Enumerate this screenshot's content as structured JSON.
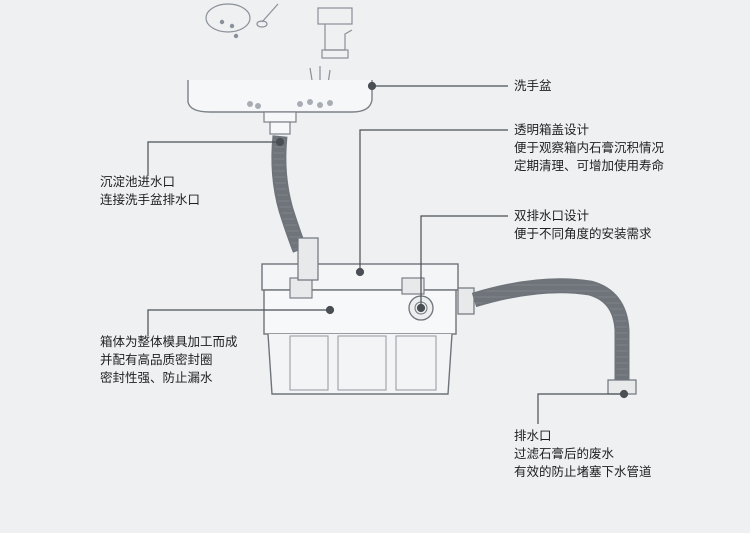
{
  "annotations": {
    "basin": {
      "lines": [
        "洗手盆"
      ]
    },
    "transparent_lid": {
      "lines": [
        "透明箱盖设计",
        "便于观察箱内石膏沉积情况",
        "定期清理、可增加使用寿命"
      ]
    },
    "double_outlet": {
      "lines": [
        "双排水口设计",
        "便于不同角度的安装需求"
      ]
    },
    "sediment_inlet": {
      "lines": [
        "沉淀池进水口",
        "连接洗手盆排水口"
      ]
    },
    "tank_body": {
      "lines": [
        "箱体为整体模具加工而成",
        "并配有高品质密封圈",
        "密封性强、防止漏水"
      ]
    },
    "drain_outlet": {
      "lines": [
        "排水口",
        "过滤石膏后的废水",
        "有效的防止堵塞下水管道"
      ]
    }
  },
  "colors": {
    "background": "#eef0f2",
    "line": "#4a4f55",
    "label_text": "#1f1f1f",
    "sketch": "#8a9098"
  }
}
